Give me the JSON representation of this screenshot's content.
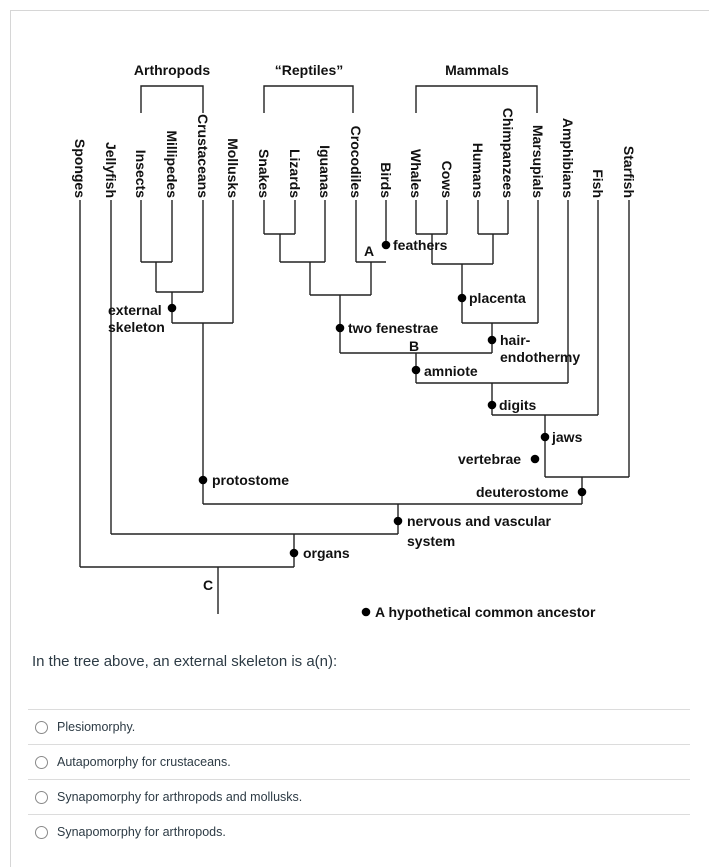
{
  "tree": {
    "groups": [
      "Arthropods",
      "“Reptiles”",
      "Mammals"
    ],
    "taxa": [
      "Sponges",
      "Jellyfish",
      "Insects",
      "Millipedes",
      "Crustaceans",
      "Mollusks",
      "Snakes",
      "Lizards",
      "Iguanas",
      "Crocodiles",
      "Birds",
      "Whales",
      "Cows",
      "Humans",
      "Chimpanzees",
      "Marsupials",
      "Amphibians",
      "Fish",
      "Starfish"
    ],
    "traits": {
      "external_line1": "external",
      "external_line2": "skeleton",
      "feathers": "feathers",
      "placenta": "placenta",
      "two_fenestrae": "two fenestrae",
      "hair_line1": "hair-",
      "hair_line2": "endothermy",
      "amniote": "amniote",
      "digits": "digits",
      "jaws": "jaws",
      "vertebrae": "vertebrae",
      "protostome": "protostome",
      "deuterostome": "deuterostome",
      "nervous_line1": "nervous and vascular",
      "nervous_line2": "system",
      "organs": "organs"
    },
    "letters": {
      "A": "A",
      "B": "B",
      "C": "C"
    },
    "legend": "A hypothetical common ancestor"
  },
  "question": "In the tree above, an external skeleton is a(n):",
  "options": [
    "Plesiomorphy.",
    "Autapomorphy for crustaceans.",
    "Synapomorphy for arthropods and mollusks.",
    "Synapomorphy for arthropods."
  ]
}
